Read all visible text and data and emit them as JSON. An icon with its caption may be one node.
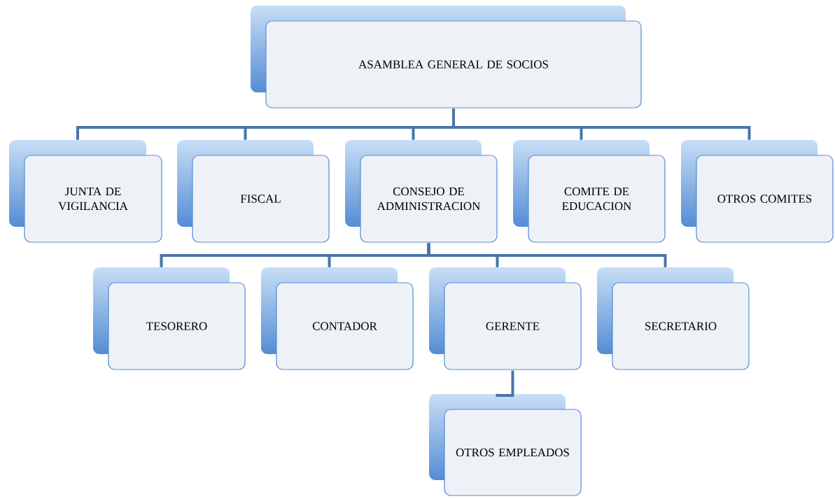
{
  "diagram": {
    "nodes": [
      {
        "text": [
          "ASAMBLEA GENERAL DE SOCIOS"
        ]
      },
      {
        "text": [
          "JUNTA DE VIGILANCIA"
        ]
      },
      {
        "text": [
          "FISCAL"
        ]
      },
      {
        "text": [
          "CONSEJO DE ADMINISTRACION"
        ]
      },
      {
        "text": [
          "COMITE DE EDUCACION"
        ]
      },
      {
        "text": [
          "OTROS COMITES"
        ]
      },
      {
        "text": [
          "TESORERO"
        ]
      },
      {
        "text": [
          "CONTADOR"
        ]
      },
      {
        "text": [
          "GERENTE"
        ]
      },
      {
        "text": [
          "SECRETARIO"
        ]
      },
      {
        "text": [
          "OTROS EMPLEADOS"
        ]
      }
    ],
    "edges": [
      {
        "from": 0,
        "to": 1,
        "arrow": "none"
      },
      {
        "from": 0,
        "to": 2,
        "arrow": "none"
      },
      {
        "from": 0,
        "to": 3,
        "arrow": "none"
      },
      {
        "from": 0,
        "to": 4,
        "arrow": "none"
      },
      {
        "from": 0,
        "to": 5,
        "arrow": "none"
      },
      {
        "from": 3,
        "to": 6,
        "arrow": "none"
      },
      {
        "from": 3,
        "to": 7,
        "arrow": "none"
      },
      {
        "from": 3,
        "to": 8,
        "arrow": "none"
      },
      {
        "from": 3,
        "to": 9,
        "arrow": "none"
      },
      {
        "from": 8,
        "to": 10,
        "arrow": "none"
      }
    ]
  }
}
